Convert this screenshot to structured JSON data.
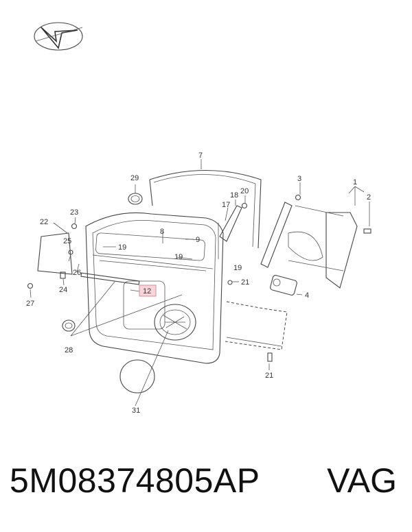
{
  "callouts": {
    "c1": "1",
    "c2": "2",
    "c3": "3",
    "c4": "4",
    "c7": "7",
    "c8": "8",
    "c9": "9",
    "c12": "12",
    "c17": "17",
    "c18": "18",
    "c19a": "19",
    "c19b": "19",
    "c19c": "19",
    "c20": "20",
    "c21a": "21",
    "c21b": "21",
    "c22": "22",
    "c23": "23",
    "c24": "24",
    "c25": "25",
    "c26": "26",
    "c27": "27",
    "c28": "28",
    "c29": "29",
    "c31": "31"
  },
  "highlighted_callout": "12",
  "colors": {
    "highlight_fill": "#f6d6da",
    "highlight_stroke": "#d98a96",
    "ink": "#333333"
  },
  "logo_icon": "vag-arrow-logo-icon",
  "footer": {
    "part_number": "5M08374805AP",
    "brand": "VAG"
  }
}
